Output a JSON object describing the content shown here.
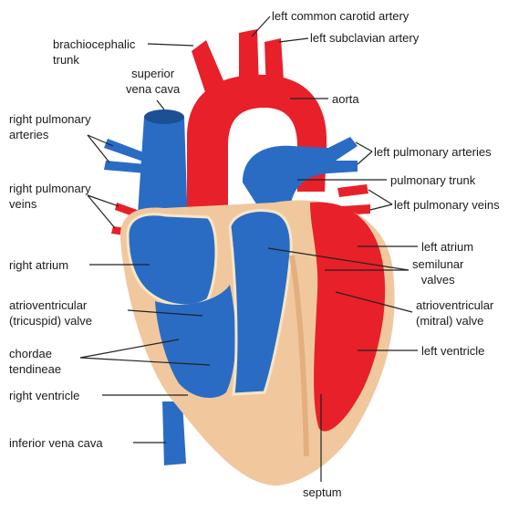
{
  "diagram": {
    "colors": {
      "oxygenated": "#e8202a",
      "deoxygenated": "#2a6cc4",
      "muscle": "#f1c89e",
      "outline": "#f5e6c8",
      "leader": "#222222"
    },
    "labels": {
      "left_common_carotid": "left common carotid artery",
      "brachiocephalic_1": "brachiocephalic",
      "brachiocephalic_2": "trunk",
      "left_subclavian": "left subclavian artery",
      "superior_vc_1": "superior",
      "superior_vc_2": "vena cava",
      "aorta": "aorta",
      "right_pulm_arteries_1": "right pulmonary",
      "right_pulm_arteries_2": "arteries",
      "left_pulm_arteries": "left pulmonary arteries",
      "pulmonary_trunk": "pulmonary trunk",
      "right_pulm_veins_1": "right pulmonary",
      "right_pulm_veins_2": "veins",
      "left_pulm_veins": "left pulmonary veins",
      "left_atrium": "left atrium",
      "right_atrium": "right atrium",
      "semilunar_1": "semilunar",
      "semilunar_2": "valves",
      "av_tricuspid_1": "atrioventricular",
      "av_tricuspid_2": "(tricuspid) valve",
      "av_mitral_1": "atrioventricular",
      "av_mitral_2": "(mitral) valve",
      "chordae_1": "chordae",
      "chordae_2": "tendineae",
      "left_ventricle": "left ventricle",
      "right_ventricle": "right ventricle",
      "inferior_vc": "inferior vena cava",
      "septum": "septum"
    }
  }
}
